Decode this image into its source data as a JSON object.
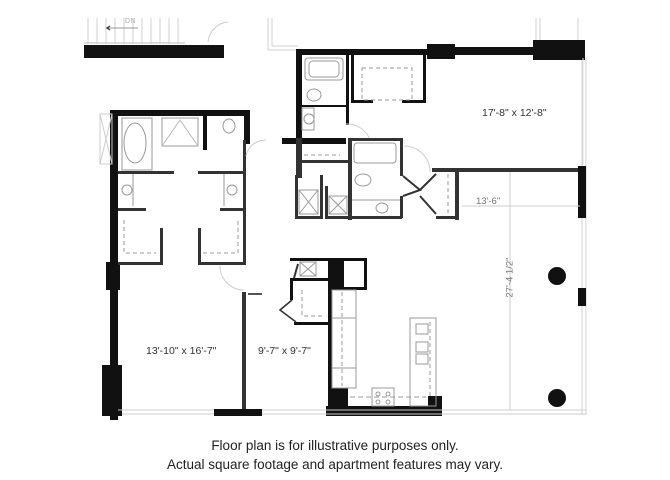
{
  "floor_plan": {
    "rooms": [
      {
        "id": "bedroom-2",
        "label": "17'-8\" x 12'-8\""
      },
      {
        "id": "bedroom-1",
        "label": "13'-10\" x 16'-7\""
      },
      {
        "id": "den",
        "label": "9'-7\" x 9'-7\""
      }
    ],
    "dimensions": {
      "living_width": "13'-6\"",
      "living_length": "27'-4 1/2\""
    },
    "stair_label": "DN"
  },
  "disclaimer": {
    "line1": "Floor plan is for illustrative purposes only.",
    "line2": "Actual square footage and apartment features may vary."
  },
  "colors": {
    "wall": "#111111",
    "thin_wall": "#333333",
    "fixture": "#999999",
    "dimension_line": "#cccccc",
    "text": "#222222"
  }
}
